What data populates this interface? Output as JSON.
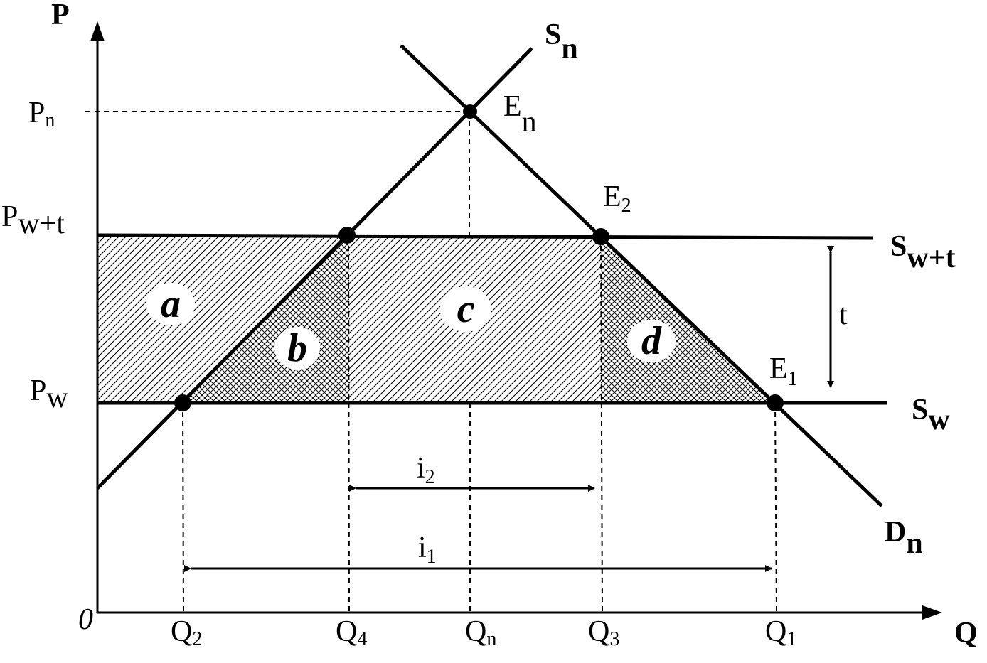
{
  "axes": {
    "y_label": "P",
    "x_label": "Q",
    "origin_label": "0"
  },
  "price_labels": {
    "pn": {
      "main": "P",
      "sub": "n"
    },
    "pwt": {
      "main": "P",
      "sub": "w+t"
    },
    "pw": {
      "main": "P",
      "sub": "w"
    }
  },
  "quantity_labels": {
    "q2": {
      "main": "Q",
      "sub": "2"
    },
    "q4": {
      "main": "Q",
      "sub": "4"
    },
    "qn": {
      "main": "Q",
      "sub": "n"
    },
    "q3": {
      "main": "Q",
      "sub": "3"
    },
    "q1": {
      "main": "Q",
      "sub": "1"
    }
  },
  "curve_labels": {
    "sn": {
      "main": "S",
      "sub": "n"
    },
    "dn": {
      "main": "D",
      "sub": "n"
    },
    "swt": {
      "main": "S",
      "sub": "w+t"
    },
    "sw": {
      "main": "S",
      "sub": "w"
    }
  },
  "point_labels": {
    "en": {
      "main": "E",
      "sub": "n"
    },
    "e2": {
      "main": "E",
      "sub": "2"
    },
    "e1": {
      "main": "E",
      "sub": "1"
    }
  },
  "area_labels": {
    "a": "a",
    "b": "b",
    "c": "c",
    "d": "d"
  },
  "tariff_label": "t",
  "import_labels": {
    "i2": {
      "main": "i",
      "sub": "2"
    },
    "i1": {
      "main": "i",
      "sub": "1"
    }
  },
  "colors": {
    "ink": "#000000",
    "background": "#ffffff"
  }
}
